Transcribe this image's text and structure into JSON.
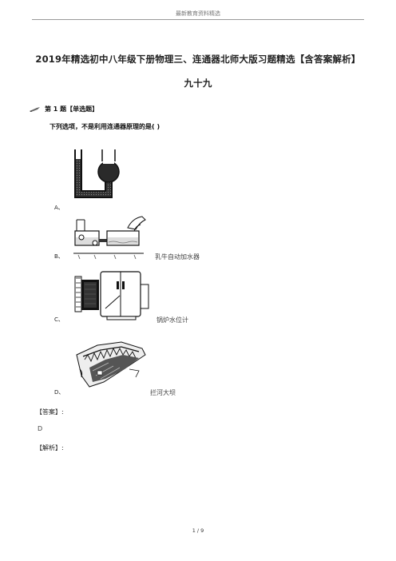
{
  "header": {
    "text": "最新教育资料精选"
  },
  "title": {
    "line1": "2019年精选初中八年级下册物理三、连通器北师大版习题精选【含答案解析】",
    "line2": "九十九"
  },
  "question": {
    "heading": "第 1 题【单选题】",
    "stem": "下列选项，不是利用连通器原理的是(      )",
    "options": [
      {
        "label": "A、",
        "caption": ""
      },
      {
        "label": "B、",
        "caption": "乳牛自动加水器"
      },
      {
        "label": "C、",
        "caption": "锅炉水位计"
      },
      {
        "label": "D、",
        "caption": "拦河大坝"
      }
    ]
  },
  "answer": {
    "label": "【答案】:",
    "value": "D"
  },
  "analysis": {
    "label": "【解析】:"
  },
  "footer": {
    "page": "1 / 9"
  }
}
